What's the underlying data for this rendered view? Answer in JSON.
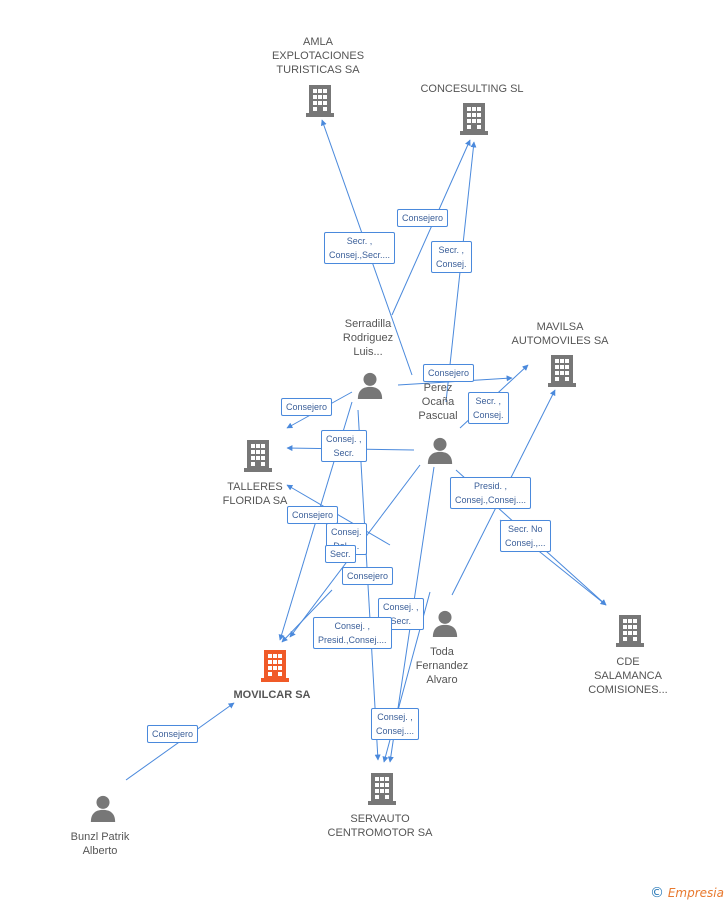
{
  "nodes": [
    {
      "id": "amla",
      "type": "company",
      "label": "AMLA\nEXPLOTACIONES\nTURISTICAS SA"
    },
    {
      "id": "concesulting",
      "type": "company",
      "label": "CONCESULTING SL"
    },
    {
      "id": "mavilsa",
      "type": "company",
      "label": "MAVILSA\nAUTOMOVILES SA"
    },
    {
      "id": "talleres",
      "type": "company",
      "label": "TALLERES\nFLORIDA SA"
    },
    {
      "id": "movilcar",
      "type": "company",
      "label": "MOVILCAR SA",
      "focus": true
    },
    {
      "id": "cde",
      "type": "company",
      "label": "CDE\nSALAMANCA\nCOMISIONES..."
    },
    {
      "id": "servauto",
      "type": "company",
      "label": "SERVAUTO\nCENTROMOTOR SA"
    },
    {
      "id": "serradilla",
      "type": "person",
      "label": "Serradilla\nRodriguez\nLuis..."
    },
    {
      "id": "perez",
      "type": "person",
      "label": "Perez\nOcaña\nPascual"
    },
    {
      "id": "toda",
      "type": "person",
      "label": "Toda\nFernandez\nAlvaro"
    },
    {
      "id": "bunzl",
      "type": "person",
      "label": "Bunzl Patrik\nAlberto"
    }
  ],
  "edges": [
    {
      "from": "serradilla",
      "to": "amla",
      "label": "Secr. ,\nConsej.,Secr...."
    },
    {
      "from": "serradilla",
      "to": "concesulting",
      "label": "Consejero"
    },
    {
      "from": "perez",
      "to": "concesulting",
      "label": "Secr. ,\nConsej."
    },
    {
      "from": "serradilla",
      "to": "mavilsa",
      "label": "Consejero"
    },
    {
      "from": "perez",
      "to": "mavilsa",
      "label": "Secr. ,\nConsej."
    },
    {
      "from": "serradilla",
      "to": "talleres",
      "label": "Consejero"
    },
    {
      "from": "perez",
      "to": "talleres",
      "label": "Consej. ,\nSecr."
    },
    {
      "from": "perez",
      "to": "movilcar",
      "label": "Consejero"
    },
    {
      "from": "serradilla",
      "to": "movilcar",
      "label": "Consej.\nDel.,..."
    },
    {
      "from": "toda",
      "to": "talleres",
      "label": "Secr."
    },
    {
      "from": "perez",
      "to": "movilcar",
      "label": "Consejero"
    },
    {
      "from": "perez",
      "to": "cde",
      "label": "Presid. ,\nConsej.,Consej...."
    },
    {
      "from": "perez",
      "to": "cde",
      "label": "Secr.  No\nConsej.,..."
    },
    {
      "from": "toda",
      "to": "mavilsa",
      "label": "Presid. ,\nConsej.,Consej...."
    },
    {
      "from": "toda",
      "to": "movilcar",
      "label": "Consej. ,\nSecr."
    },
    {
      "from": "toda",
      "to": "movilcar",
      "label": "Consej. ,\nPresid.,Consej...."
    },
    {
      "from": "perez",
      "to": "servauto",
      "label": "Consej. ,\nConsej...."
    },
    {
      "from": "bunzl",
      "to": "movilcar",
      "label": "Consejero"
    }
  ],
  "colors": {
    "company": "#777777",
    "focus": "#f05a28",
    "person": "#777777",
    "edge": "#4a89dc"
  },
  "footer": {
    "copyright": "©",
    "brand": "Empresia"
  }
}
